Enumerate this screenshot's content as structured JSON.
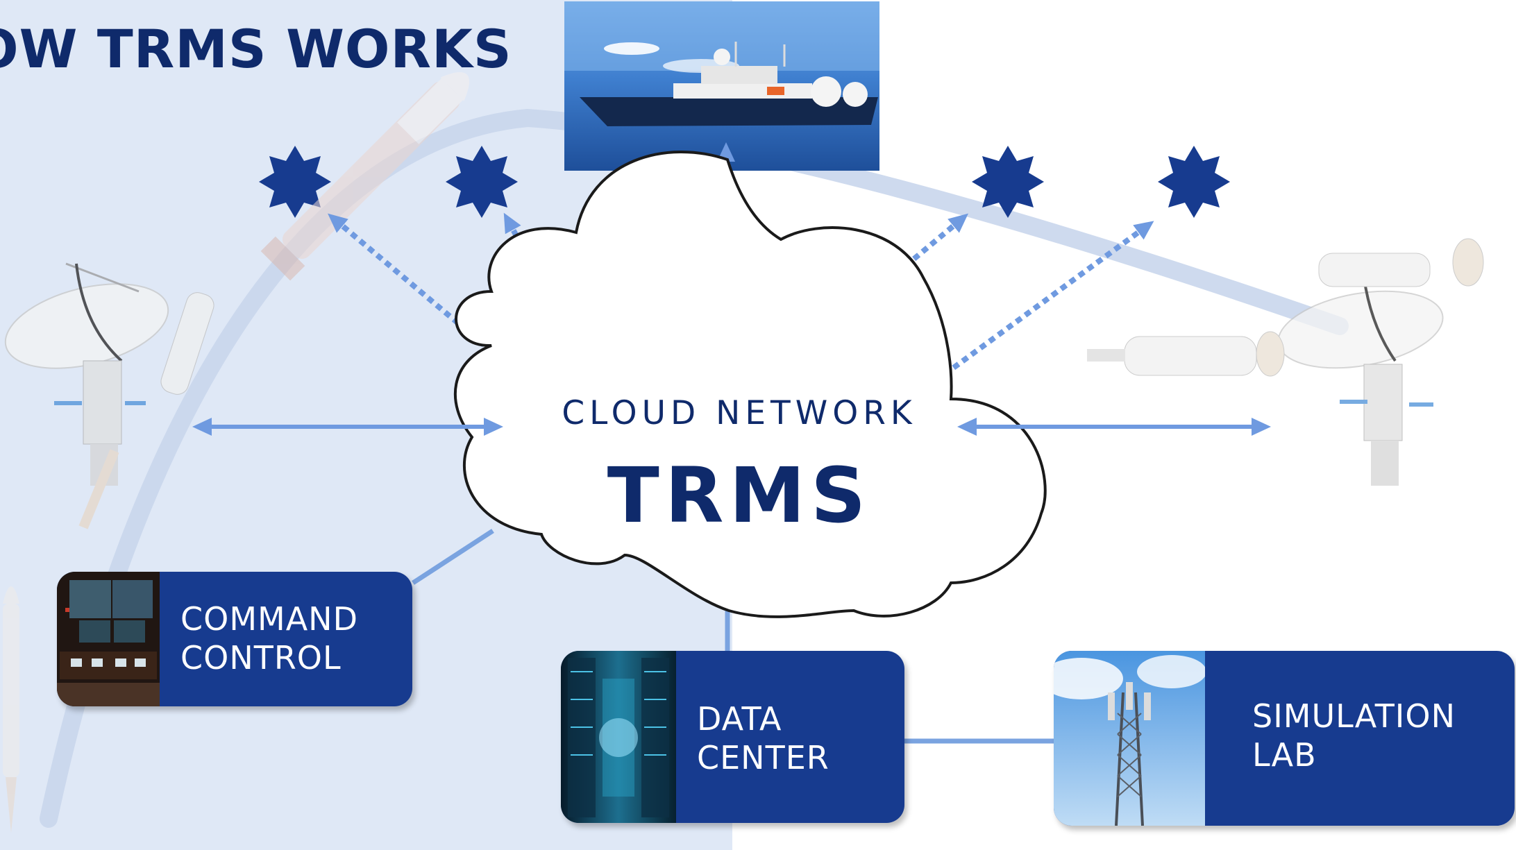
{
  "title": "OW TRMS WORKS",
  "cloud": {
    "subtitle": "CLOUD NETWORK",
    "name": "TRMS"
  },
  "nodes": {
    "command_control": {
      "line1": "COMMAND",
      "line2": "CONTROL"
    },
    "data_center": {
      "line1": "DATA",
      "line2": "CENTER"
    },
    "simulation_lab": {
      "line1": "SIMULATION",
      "line2": "LAB"
    }
  },
  "colors": {
    "navy": "#0f2a6b",
    "card_blue": "#173b8f",
    "arrow_blue": "#6f9ae0",
    "panel_light_blue": "#dfe8f6"
  }
}
